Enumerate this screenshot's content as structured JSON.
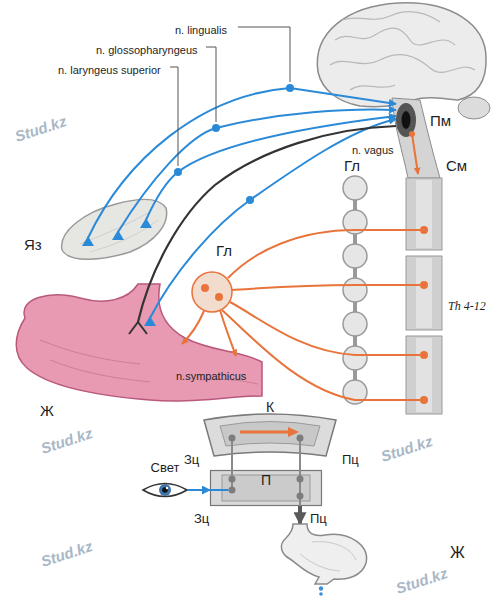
{
  "diagram": {
    "nodes": [
      {
        "text": [
          "К"
        ]
      },
      {
        "text": [
          "Свет"
        ]
      },
      {
        "text": [
          "П"
        ]
      },
      {
        "text": [
          "Ж"
        ]
      }
    ],
    "edges": [
      {
        "from": 1,
        "to": 2,
        "arrow": "to"
      },
      {
        "from": 2,
        "to": 0,
        "arrow": "none"
      },
      {
        "from": 0,
        "to": 2,
        "arrow": "none"
      },
      {
        "from": 2,
        "to": 3,
        "arrow": "to"
      }
    ],
    "labels": [
      "n. lingualis",
      "n. glossopharyngeus",
      "n. laryngeus superior",
      "Пм",
      "n. vagus",
      "Гл",
      "См",
      "Яз",
      "Гл",
      "Th 4-12",
      "n.sympathicus",
      "Ж",
      "Зц",
      "Пц",
      "Зц",
      "Пц",
      "Stud.kz",
      "Stud.kz",
      "Stud.kz",
      "Stud.kz",
      "Stud.kz"
    ]
  }
}
